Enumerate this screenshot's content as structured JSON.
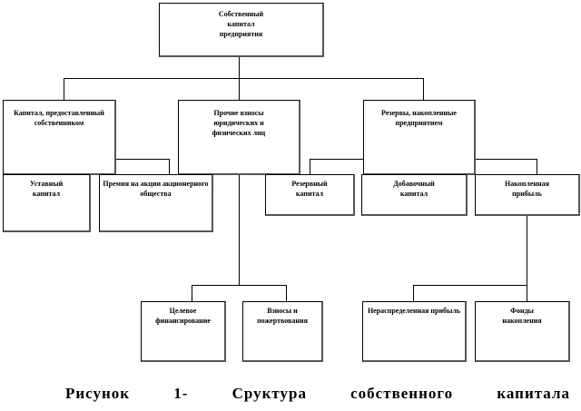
{
  "diagram": {
    "root": "Собственный капитал предприятия",
    "level1": [
      "Капитал, предоставленный собственником",
      "Прочие взносы юридических и физических лиц",
      "Резервы, накопленные предприятием"
    ],
    "owner_children": [
      "Уставный капитал",
      "Премия на акции акционерного общества"
    ],
    "other_children": [
      "Целевое финансирование",
      "Взносы и пожертвования"
    ],
    "reserve_children": [
      "Резервный капитал",
      "Добавочный капитал",
      "Накопленная прибыль"
    ],
    "accumulated_children": [
      "Нераспределенная прибыль",
      "Фонды накопления"
    ]
  },
  "caption": {
    "words": [
      "Рисунок",
      "1-",
      "Сруктура",
      "собственного",
      "капитала"
    ]
  }
}
